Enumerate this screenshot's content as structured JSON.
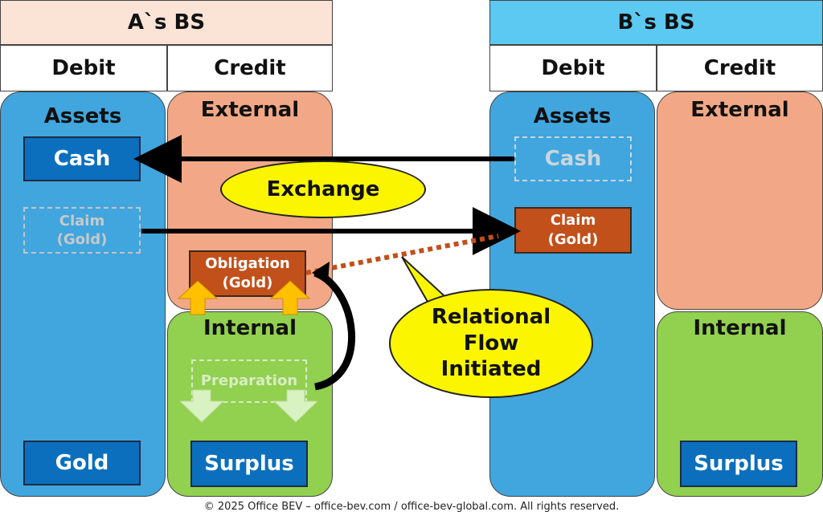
{
  "a_bs": {
    "title": "A`s BS",
    "debit": "Debit",
    "credit": "Credit",
    "assets": "Assets",
    "cash": "Cash",
    "claim": "Claim\n(Gold)",
    "gold": "Gold",
    "external": "External",
    "obligation": "Obligation\n(Gold)",
    "internal": "Internal",
    "preparation": "Preparation",
    "surplus": "Surplus"
  },
  "b_bs": {
    "title": "B`s BS",
    "debit": "Debit",
    "credit": "Credit",
    "assets": "Assets",
    "cash": "Cash",
    "claim": "Claim\n(Gold)",
    "external": "External",
    "internal": "Internal",
    "surplus": "Surplus"
  },
  "bubbles": {
    "exchange": "Exchange",
    "relational": "Relational\nFlow\nInitiated"
  },
  "footer": "© 2025 Office BEV – office-bev.com / office-bev-global.com. All rights reserved.",
  "colors": {
    "a_header": "#fbe3d5",
    "b_header": "#5cc9f2",
    "assets": "#41a6de",
    "external": "#f2a886",
    "internal": "#92d050",
    "blue_box": "#0b6fbd",
    "brown_box": "#c2501a",
    "bubble": "#fbf500"
  }
}
